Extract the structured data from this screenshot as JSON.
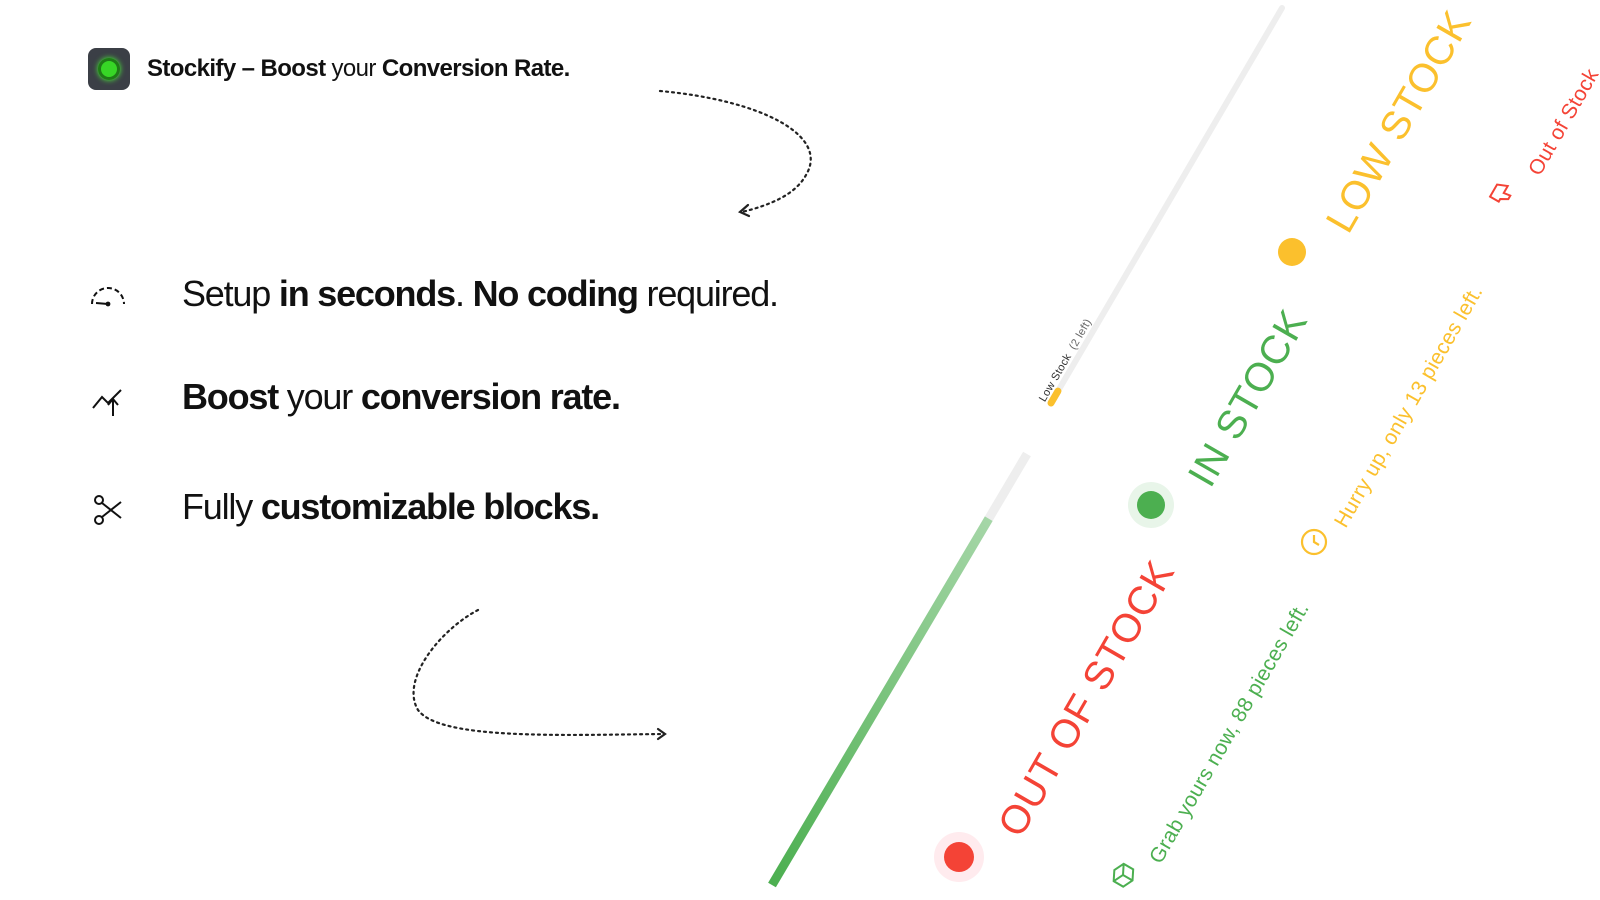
{
  "header": {
    "brand_name": "Stockify",
    "dash": " – ",
    "boost": "Boost",
    "your": " your ",
    "conversion": "Conversion Rate."
  },
  "features": [
    {
      "icon": "speedometer-icon",
      "parts": [
        {
          "text": "Setup ",
          "bold": false
        },
        {
          "text": "in seconds",
          "bold": true
        },
        {
          "text": ". ",
          "bold": false
        },
        {
          "text": "No coding",
          "bold": true
        },
        {
          "text": " required.",
          "bold": false
        }
      ]
    },
    {
      "icon": "trend-up-icon",
      "parts": [
        {
          "text": "Boost",
          "bold": true
        },
        {
          "text": " your ",
          "bold": false
        },
        {
          "text": "conversion rate.",
          "bold": true
        }
      ]
    },
    {
      "icon": "scissors-icon",
      "parts": [
        {
          "text": "Fully ",
          "bold": false
        },
        {
          "text": "customizable blocks.",
          "bold": true
        }
      ]
    }
  ],
  "widgets": {
    "low_stock_small_label": "Low Stock",
    "low_stock_small_count": "(2 left)",
    "low_stock_big": "LOW STOCK",
    "in_stock_big": "IN STOCK",
    "out_of_stock_big": "OUT OF STOCK",
    "out_of_stock_small": "Out of Stock",
    "hurry_text": "Hurry up, only 13 pieces left.",
    "grab_text": "Grab yours now, 88 pieces left.",
    "low_stock_progress": 0.03,
    "in_stock_progress": 0.85
  },
  "colors": {
    "green": "#4caf50",
    "yellow": "#fbc02d",
    "red": "#f44336",
    "track": "#eeeeee"
  }
}
